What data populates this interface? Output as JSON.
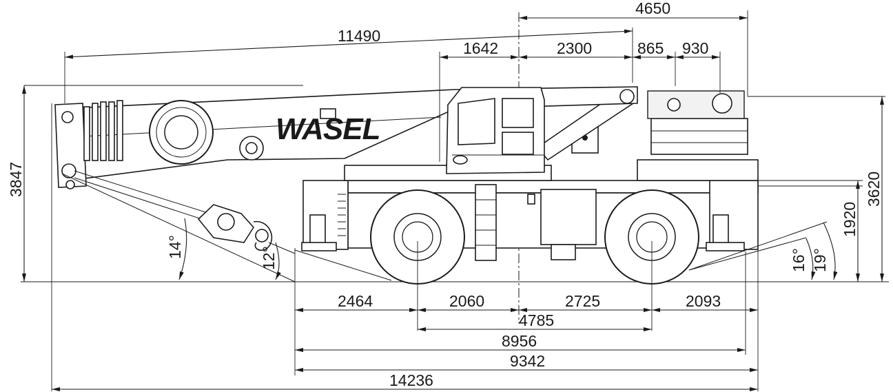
{
  "brand": "WASEL",
  "dimensions": {
    "top_4650": "4650",
    "top_11490": "11490",
    "top_1642": "1642",
    "top_2300": "2300",
    "top_865": "865",
    "top_930": "930",
    "left_3847": "3847",
    "right_3620": "3620",
    "right_1920": "1920",
    "bottom_2464": "2464",
    "bottom_2060": "2060",
    "bottom_2725": "2725",
    "bottom_2093": "2093",
    "bottom_4785": "4785",
    "bottom_8956": "8956",
    "bottom_9342": "9342",
    "bottom_14236": "14236"
  },
  "angles": {
    "front_14": "14°",
    "front_12": "12°",
    "rear_16": "16°",
    "rear_19": "19°"
  }
}
